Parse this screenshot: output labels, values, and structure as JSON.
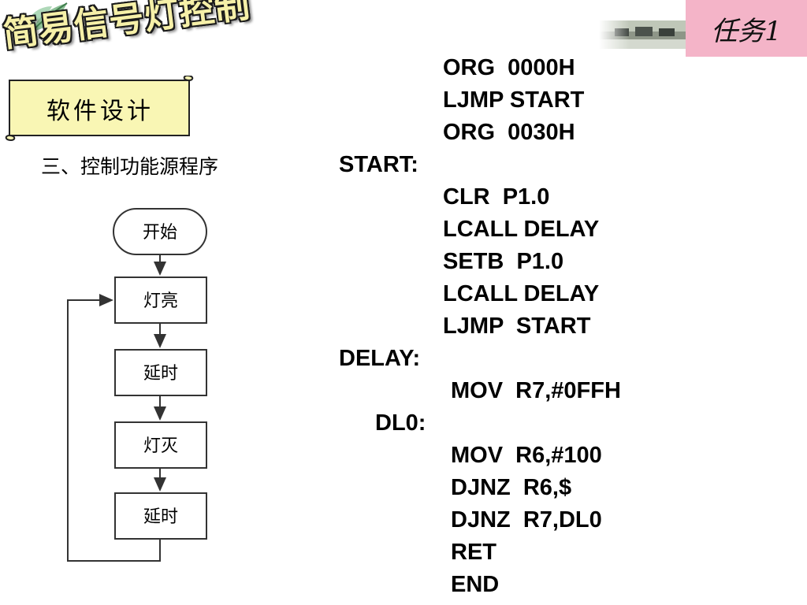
{
  "header": {
    "title": "简易信号灯控制",
    "task_label": "任务1"
  },
  "banner": {
    "label": "软件设计"
  },
  "section": {
    "heading": "三、控制功能源程序"
  },
  "flowchart": {
    "start": "开始",
    "steps": [
      "灯亮",
      "延时",
      "灯灭",
      "延时"
    ]
  },
  "code_lines": [
    "ORG  0000H",
    "LJMP START",
    "ORG  0030H",
    "START:",
    "CLR  P1.0",
    "LCALL DELAY",
    "SETB  P1.0",
    "LCALL DELAY",
    "LJMP  START",
    "DELAY:",
    "MOV  R7,#0FFH",
    "DL0:",
    "MOV  R6,#100",
    "DJNZ  R6,$",
    "DJNZ  R7,DL0",
    "RET",
    "END"
  ],
  "colors": {
    "badge_bg": "#f4b4c8",
    "scroll_fill": "#f9f6b4",
    "title_fill": "#f6f0a8"
  }
}
